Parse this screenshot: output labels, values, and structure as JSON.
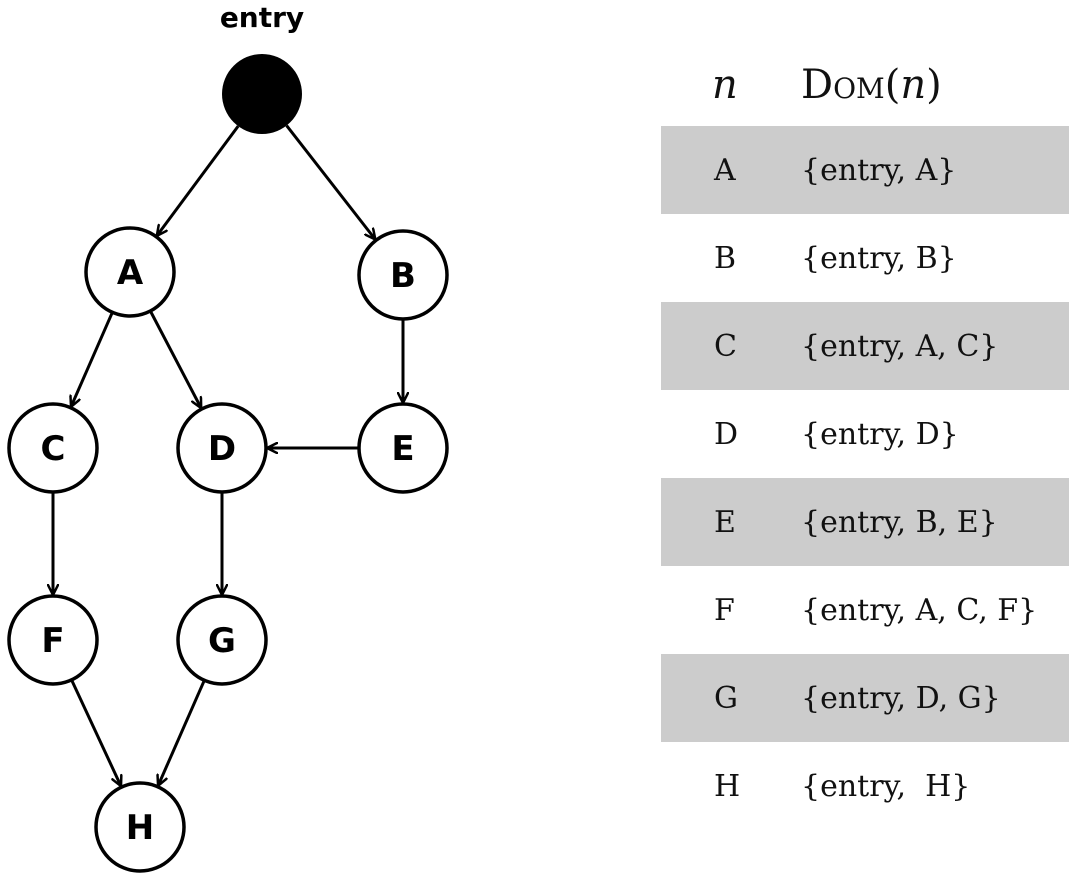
{
  "graph": {
    "entry_label": "entry",
    "nodes": [
      {
        "id": "A",
        "label": "A"
      },
      {
        "id": "B",
        "label": "B"
      },
      {
        "id": "C",
        "label": "C"
      },
      {
        "id": "D",
        "label": "D"
      },
      {
        "id": "E",
        "label": "E"
      },
      {
        "id": "F",
        "label": "F"
      },
      {
        "id": "G",
        "label": "G"
      },
      {
        "id": "H",
        "label": "H"
      }
    ],
    "edges": [
      [
        "entry",
        "A"
      ],
      [
        "entry",
        "B"
      ],
      [
        "A",
        "C"
      ],
      [
        "A",
        "D"
      ],
      [
        "B",
        "E"
      ],
      [
        "E",
        "D"
      ],
      [
        "C",
        "F"
      ],
      [
        "D",
        "G"
      ],
      [
        "F",
        "H"
      ],
      [
        "G",
        "H"
      ]
    ]
  },
  "table": {
    "header": {
      "n": "n",
      "dom_prefix": "Dom",
      "dom_open": "(",
      "dom_var": "n",
      "dom_close": ")"
    },
    "rows": [
      {
        "n": "A",
        "dom": "{entry, A}"
      },
      {
        "n": "B",
        "dom": "{entry, B}"
      },
      {
        "n": "C",
        "dom": "{entry, A, C}"
      },
      {
        "n": "D",
        "dom": "{entry, D}"
      },
      {
        "n": "E",
        "dom": "{entry, B, E}"
      },
      {
        "n": "F",
        "dom": "{entry, A, C, F}"
      },
      {
        "n": "G",
        "dom": "{entry, D, G}"
      },
      {
        "n": "H",
        "dom": "{entry,  H}"
      }
    ],
    "shade_color": "#cccccc"
  }
}
